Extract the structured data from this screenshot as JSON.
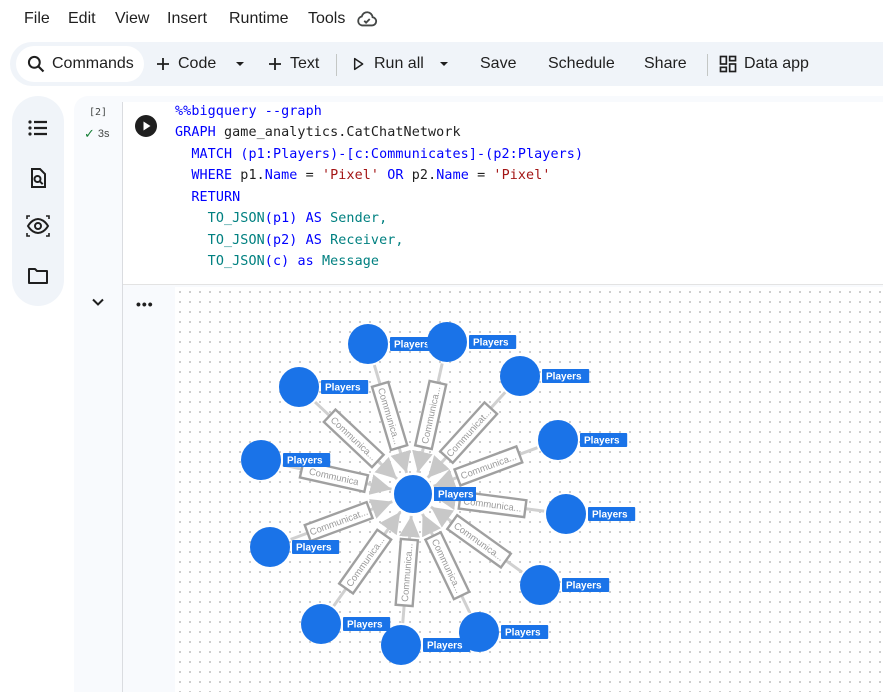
{
  "menubar": {
    "items": [
      "File",
      "Edit",
      "View",
      "Insert",
      "Runtime",
      "Tools"
    ],
    "status_icon": "cloud-sync-icon"
  },
  "toolbar": {
    "commands_label": "Commands",
    "code_label": "Code",
    "text_label": "Text",
    "run_all_label": "Run all",
    "save_label": "Save",
    "schedule_label": "Schedule",
    "share_label": "Share",
    "data_app_label": "Data app"
  },
  "sidebar": {
    "icons": [
      "table-of-contents-icon",
      "find-icon",
      "variables-icon",
      "folder-icon"
    ]
  },
  "cell": {
    "execution_count": "[2]",
    "duration": "3s",
    "code": {
      "line1": "%%bigquery --graph",
      "line2_kw": "GRAPH",
      "line2_rest": " game_analytics.CatChatNetwork",
      "line3_kw": "MATCH",
      "line3_rest": "(p1:Players)-[c:Communicates]-(p2:Players)",
      "line4_kw": "WHERE",
      "line4_a": " p1.",
      "line4_b": "Name",
      "line4_c": " = ",
      "line4_d": "'Pixel'",
      "line4_or": " OR ",
      "line4_e": "p2.",
      "line4_f": "Name",
      "line4_g": " = ",
      "line4_h": "'Pixel'",
      "line5_kw": "RETURN",
      "line6_fn": "TO_JSON",
      "line6_rest": "(p1) ",
      "line6_as": "AS",
      "line6_alias": " Sender,",
      "line7_fn": "TO_JSON",
      "line7_rest": "(p2) ",
      "line7_as": "AS",
      "line7_alias": " Receiver,",
      "line8_fn": "TO_JSON",
      "line8_rest": "(c) ",
      "line8_as": "as",
      "line8_alias": " Message"
    }
  },
  "graph": {
    "node_color": "#1a73e8",
    "edge_color": "#a0a0a0",
    "center_node_label": "Players",
    "node_label": "Players",
    "top_node_label": "Players ()",
    "edge_label": "Communica...",
    "edge_label_alt": "Communicat...",
    "edge_label_short": "Communica",
    "edge_label_mid": "Communicati..."
  }
}
